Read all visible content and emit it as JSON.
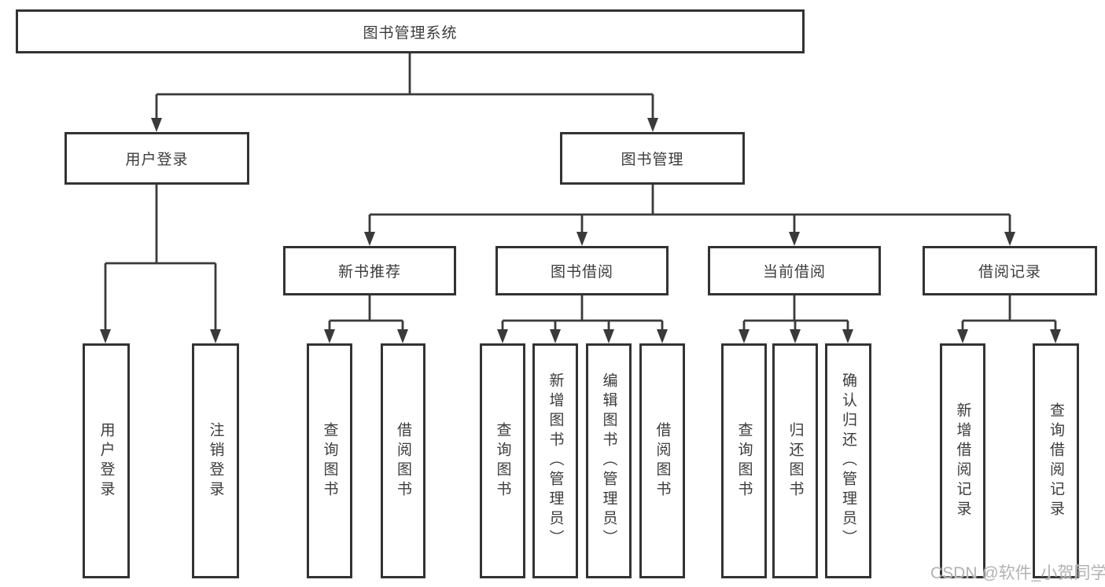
{
  "diagram_title": "图书管理系统",
  "colors": {
    "line": "#3a3a3a",
    "border": "#333333",
    "text": "#3c3c3c",
    "background": "#ffffff",
    "watermark": "#b2b2b2"
  },
  "tree": {
    "root": {
      "label": "图书管理系统"
    },
    "branches": [
      {
        "label": "用户登录",
        "children": [
          "用户登录",
          "注销登录"
        ]
      },
      {
        "label": "图书管理",
        "children": [
          {
            "label": "新书推荐",
            "children": [
              "查询图书",
              "借阅图书"
            ]
          },
          {
            "label": "图书借阅",
            "children": [
              "查询图书",
              "新增图书（管理员）",
              "编辑图书（管理员）",
              "借阅图书"
            ]
          },
          {
            "label": "当前借阅",
            "children": [
              "查询图书",
              "归还图书",
              "确认归还（管理员）"
            ]
          },
          {
            "label": "借阅记录",
            "children": [
              "新增借阅记录",
              "查询借阅记录"
            ]
          }
        ]
      }
    ]
  },
  "watermark": {
    "text": "CSDN @软件_小贺同学"
  }
}
